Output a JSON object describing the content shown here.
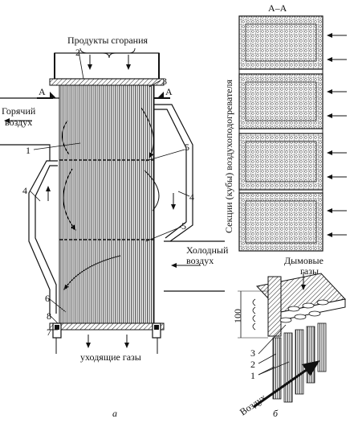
{
  "labels": {
    "combustion_products": "Продукты сгорания",
    "hot_air_line1": "Горячий",
    "hot_air_line2": "воздух",
    "cold_air_line1": "Холодный",
    "cold_air_line2": "воздух",
    "exit_gases": "уходящие газы",
    "section_AA": "А–А",
    "section_mark_left": "А",
    "section_mark_right": "А",
    "sections_vertical": "Секции (кубы) воздухоподогревателя",
    "flue_gases": "Дымовые",
    "flue_gases2": "газы",
    "air": "Воздух",
    "dim_100": "100",
    "caption_a": "а",
    "caption_b": "б"
  },
  "callouts_a": [
    "1",
    "2",
    "3",
    "4",
    "4",
    "5",
    "5",
    "6",
    "7",
    "8"
  ],
  "callouts_b": [
    "3",
    "2",
    "1"
  ]
}
